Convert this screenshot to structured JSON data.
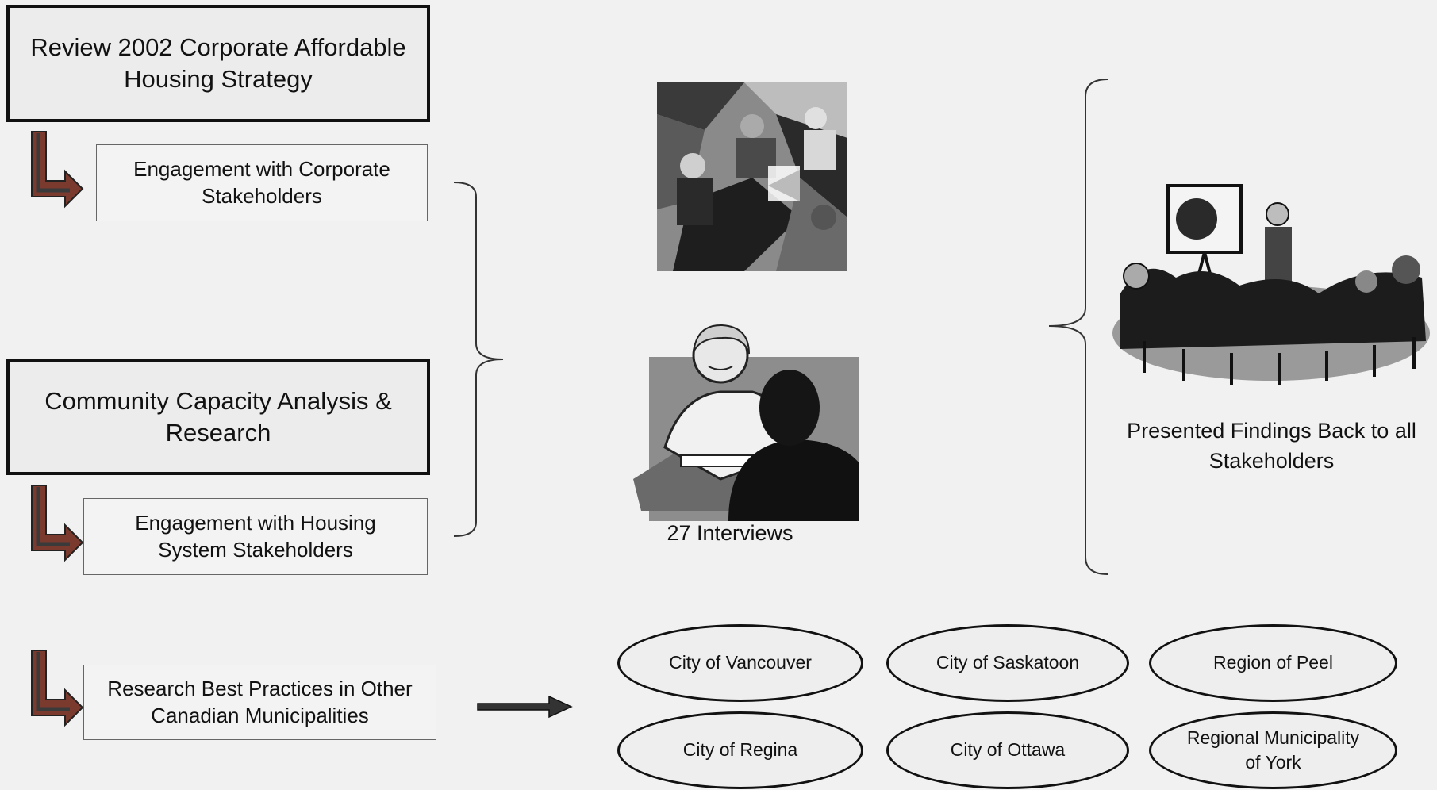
{
  "steps": {
    "review": "Review 2002 Corporate Affordable Housing Strategy",
    "corporate": "Engagement with Corporate Stakeholders",
    "capacity": "Community Capacity Analysis & Research",
    "housing": "Engagement with Housing System Stakeholders",
    "research": "Research Best Practices in Other Canadian  Municipalities"
  },
  "captions": {
    "interviews": "27 Interviews",
    "presented": "Presented Findings Back to all Stakeholders"
  },
  "municipalities": [
    "City of Vancouver",
    "City of Saskatoon",
    "Region of Peel",
    "City of Regina",
    "City of Ottawa",
    "Regional Municipality of York"
  ]
}
